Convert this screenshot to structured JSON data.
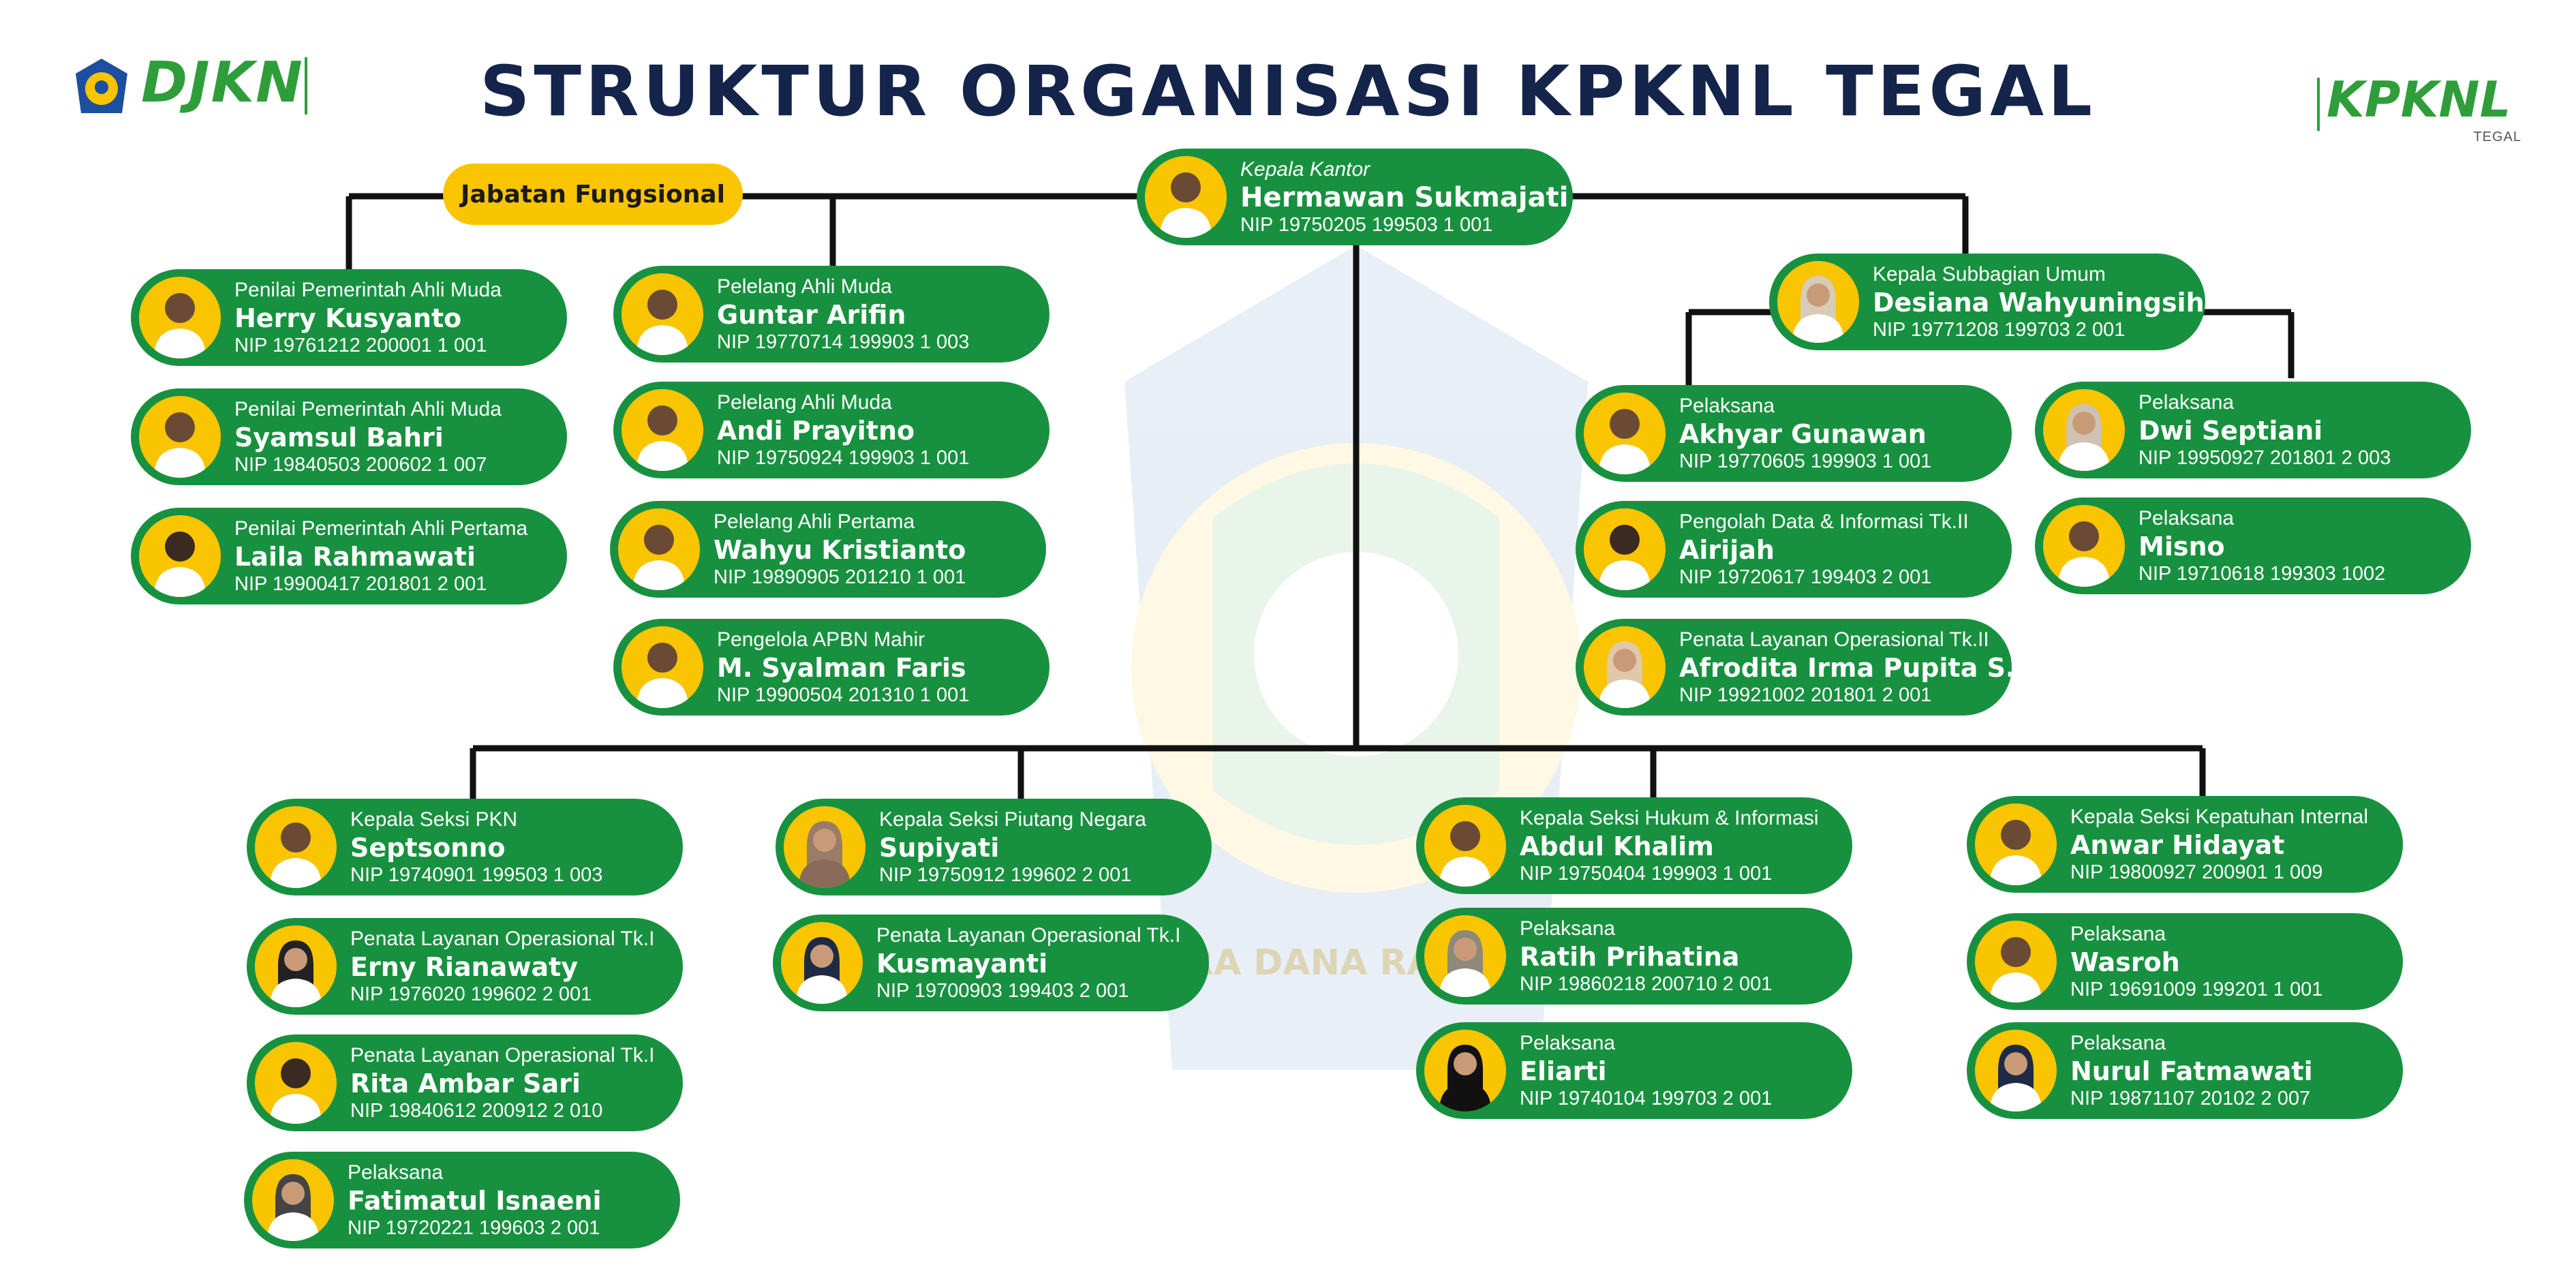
{
  "title": "STRUKTUR ORGANISASI KPKNL TEGAL",
  "logos": {
    "left_brand": "DJKN",
    "left_emblem_icon": "kemenkeu-emblem-icon",
    "right_brand": "KPKNL",
    "right_sub": "TEGAL"
  },
  "watermark_text": "NEGARA DANA RAKCA",
  "colors": {
    "card_green": "#17913f",
    "accent_yellow": "#f9c400",
    "title_navy": "#14244a",
    "brand_green": "#2f9e3a"
  },
  "jabatan_fungsional_label": "Jabatan Fungsional",
  "head": {
    "role": "Kepala Kantor",
    "name": "Hermawan Sukmajati",
    "nip": "NIP 19750205 199503 1 001"
  },
  "fungsional_penilai": [
    {
      "role": "Penilai Pemerintah Ahli Muda",
      "name": "Herry Kusyanto",
      "nip": "NIP 19761212 200001 1 001"
    },
    {
      "role": "Penilai Pemerintah Ahli Muda",
      "name": "Syamsul Bahri",
      "nip": "NIP 19840503 200602 1 007"
    },
    {
      "role": "Penilai Pemerintah Ahli Pertama",
      "name": "Laila Rahmawati",
      "nip": "NIP 19900417 201801 2 001"
    }
  ],
  "fungsional_pelelang": [
    {
      "role": "Pelelang Ahli Muda",
      "name": "Guntar Arifin",
      "nip": "NIP 19770714 199903 1 003"
    },
    {
      "role": "Pelelang Ahli Muda",
      "name": "Andi Prayitno",
      "nip": "NIP 19750924 199903 1 001"
    },
    {
      "role": "Pelelang Ahli Pertama",
      "name": "Wahyu Kristianto",
      "nip": "NIP 19890905 201210 1 001"
    },
    {
      "role": "Pengelola APBN Mahir",
      "name": "M. Syalman Faris",
      "nip": "NIP 19900504 201310 1 001"
    }
  ],
  "subbagian": {
    "head": {
      "role": "Kepala Subbagian Umum",
      "name": "Desiana Wahyuningsih",
      "nip": "NIP 19771208 199703 2 001"
    },
    "left": [
      {
        "role": "Pelaksana",
        "name": "Akhyar Gunawan",
        "nip": "NIP 19770605 199903 1 001"
      },
      {
        "role": "Pengolah Data & Informasi Tk.II",
        "name": "Airijah",
        "nip": "NIP 19720617 199403 2 001"
      },
      {
        "role": "Penata Layanan Operasional Tk.II",
        "name": "Afrodita Irma Pupita S.",
        "nip": "NIP 19921002 201801 2 001"
      }
    ],
    "right": [
      {
        "role": "Pelaksana",
        "name": "Dwi Septiani",
        "nip": "NIP 19950927 201801 2 003"
      },
      {
        "role": "Pelaksana",
        "name": "Misno",
        "nip": "NIP 19710618 199303 1002"
      }
    ]
  },
  "seksi_pkn": [
    {
      "role": "Kepala Seksi PKN",
      "name": "Septsonno",
      "nip": "NIP 19740901 199503 1 003"
    },
    {
      "role": "Penata Layanan Operasional Tk.I",
      "name": "Erny Rianawaty",
      "nip": "NIP 1976020 199602 2 001"
    },
    {
      "role": "Penata Layanan Operasional Tk.I",
      "name": "Rita Ambar Sari",
      "nip": "NIP 19840612 200912 2 010"
    },
    {
      "role": "Pelaksana",
      "name": "Fatimatul Isnaeni",
      "nip": "NIP 19720221 199603 2 001"
    }
  ],
  "seksi_piutang": [
    {
      "role": "Kepala Seksi Piutang Negara",
      "name": "Supiyati",
      "nip": "NIP 19750912 199602 2 001"
    },
    {
      "role": "Penata Layanan Operasional Tk.I",
      "name": "Kusmayanti",
      "nip": "NIP 19700903 199403 2 001"
    }
  ],
  "seksi_hukum": [
    {
      "role": "Kepala Seksi Hukum & Informasi",
      "name": "Abdul Khalim",
      "nip": "NIP 19750404 199903 1 001"
    },
    {
      "role": "Pelaksana",
      "name": "Ratih Prihatina",
      "nip": "NIP 19860218 200710 2 001"
    },
    {
      "role": "Pelaksana",
      "name": "Eliarti",
      "nip": "NIP 19740104 199703 2 001"
    }
  ],
  "seksi_kepatuhan": [
    {
      "role": "Kepala Seksi Kepatuhan Internal",
      "name": "Anwar Hidayat",
      "nip": "NIP 19800927 200901 1 009"
    },
    {
      "role": "Pelaksana",
      "name": "Wasroh",
      "nip": "NIP 19691009 199201 1 001"
    },
    {
      "role": "Pelaksana",
      "name": "Nurul Fatmawati",
      "nip": "NIP 19871107 20102 2 007"
    }
  ]
}
